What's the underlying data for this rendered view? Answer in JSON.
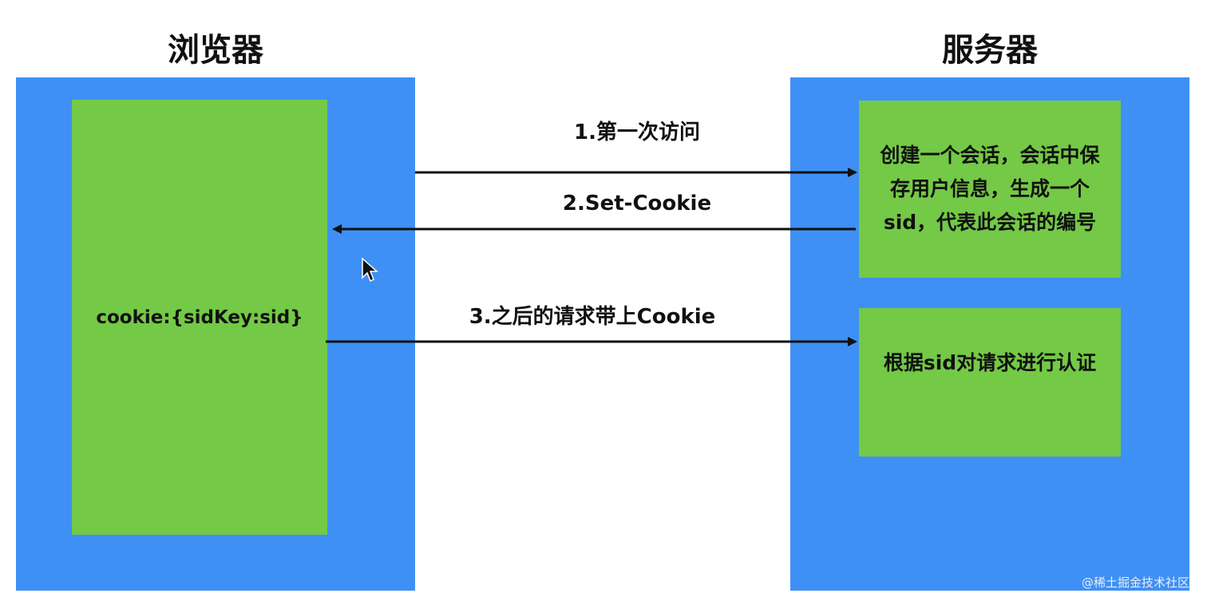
{
  "browser": {
    "title": "浏览器",
    "cookie_text": "cookie:{sidKey:sid}"
  },
  "server": {
    "title": "服务器",
    "session_text": "创建一个会话，会话中保存用户信息，生成一个sid，代表此会话的编号",
    "auth_text": "根据sid对请求进行认证"
  },
  "arrows": {
    "step1": "1.第一次访问",
    "step2": "2.Set-Cookie",
    "step3": "3.之后的请求带上Cookie"
  },
  "watermark": "@稀土掘金技术社区",
  "colors": {
    "panel_blue": "#3e90f4",
    "box_green": "#74c946",
    "arrow": "#111111"
  },
  "icons": [
    "mouse-cursor-icon"
  ]
}
